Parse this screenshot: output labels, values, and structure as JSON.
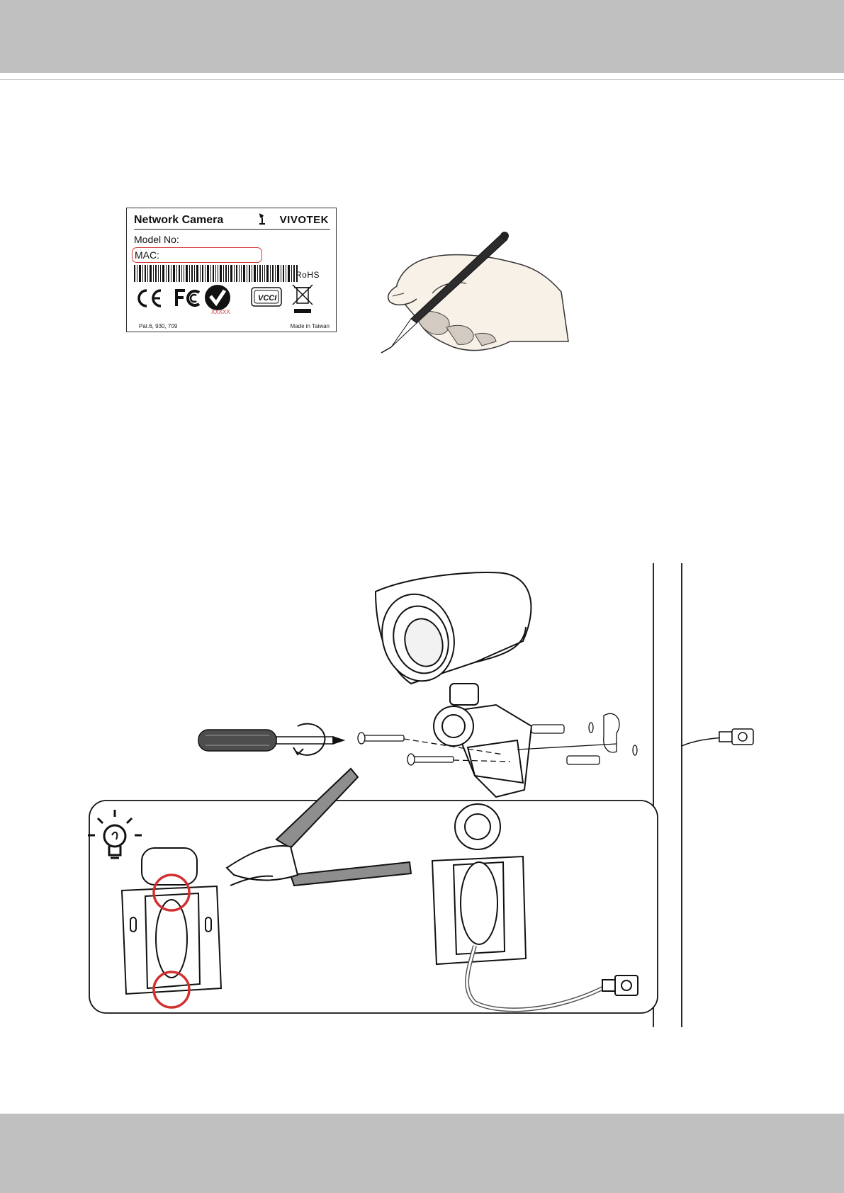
{
  "label": {
    "title": "Network Camera",
    "brand": "VIVOTEK",
    "model_label": "Model No:",
    "mac_label": "MAC:",
    "rohs": "RoHS",
    "cert_code": "XXXXX",
    "patent": "Pat.6, 930, 709",
    "made_in": "Made in Taiwan"
  },
  "colors": {
    "band_gray": "#c0c0c0",
    "highlight_red": "#d23a3a",
    "skin": "#f8f1e7",
    "skin_shadow": "#d3cbc1",
    "plier_handle": "#8e8e8e"
  },
  "icons": [
    "vivotek-logo-icon",
    "ce-mark-icon",
    "fcc-mark-icon",
    "c-tick-mark-icon",
    "vcci-mark-icon",
    "weee-bin-icon",
    "lightbulb-tip-icon"
  ]
}
